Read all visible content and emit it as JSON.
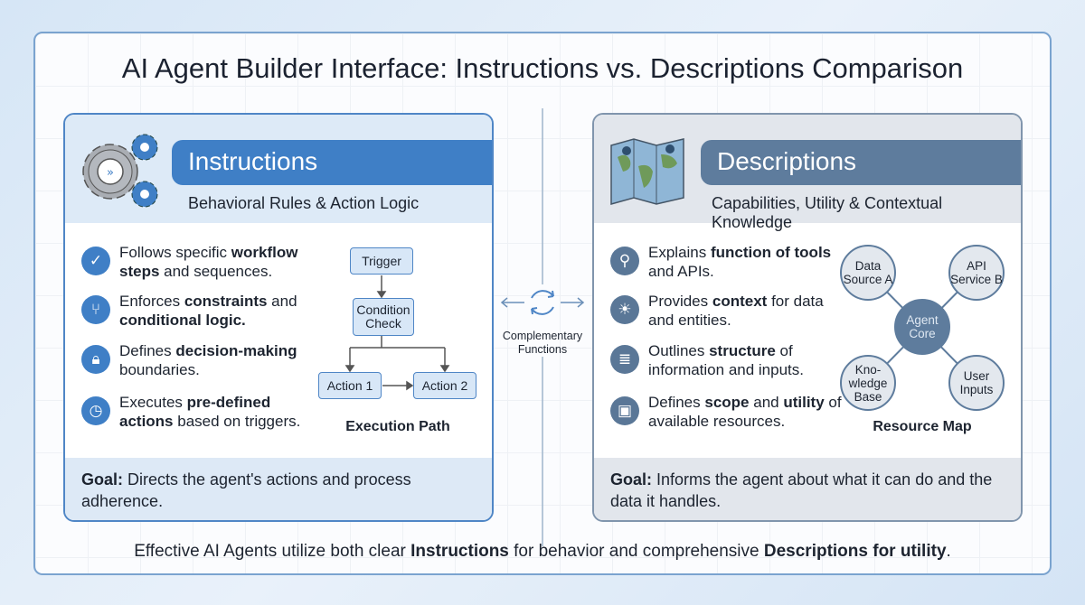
{
  "title": "AI Agent Builder Interface: Instructions vs. Descriptions Comparison",
  "instructions": {
    "heading": "Instructions",
    "subtitle": "Behavioral Rules & Action Logic",
    "items": [
      {
        "icon": "check-circle-icon",
        "segments": [
          {
            "t": "Follows specific "
          },
          {
            "t": "workflow steps",
            "b": true
          },
          {
            "t": " and sequences."
          }
        ]
      },
      {
        "icon": "branch-arrows-icon",
        "segments": [
          {
            "t": "Enforces "
          },
          {
            "t": "constraints",
            "b": true
          },
          {
            "t": " and "
          },
          {
            "t": "conditional logic.",
            "b": true
          }
        ]
      },
      {
        "icon": "lock-icon",
        "segments": [
          {
            "t": "Defines "
          },
          {
            "t": "decision-making",
            "b": true
          },
          {
            "t": " boundaries."
          }
        ]
      },
      {
        "icon": "clock-icon",
        "segments": [
          {
            "t": "Executes "
          },
          {
            "t": "pre-defined actions",
            "b": true
          },
          {
            "t": " based on triggers."
          }
        ]
      }
    ],
    "flow": {
      "trigger": "Trigger",
      "condition": "Condition Check",
      "action1": "Action 1",
      "action2": "Action 2",
      "caption": "Execution Path"
    },
    "goal": [
      {
        "t": "Goal:",
        "b": true
      },
      {
        "t": " Directs the agent's actions and process adherence."
      }
    ]
  },
  "connector": {
    "label": "Complementary Functions",
    "icon": "cycle-arrows-icon"
  },
  "descriptions": {
    "heading": "Descriptions",
    "subtitle": "Capabilities, Utility & Contextual Knowledge",
    "items": [
      {
        "icon": "magnifier-icon",
        "segments": [
          {
            "t": "Explains "
          },
          {
            "t": "function of tools",
            "b": true
          },
          {
            "t": " and APIs."
          }
        ]
      },
      {
        "icon": "lightbulb-icon",
        "segments": [
          {
            "t": "Provides "
          },
          {
            "t": "context",
            "b": true
          },
          {
            "t": " for data and entities."
          }
        ]
      },
      {
        "icon": "database-icon",
        "segments": [
          {
            "t": "Outlines "
          },
          {
            "t": "structure",
            "b": true
          },
          {
            "t": " of information and inputs."
          }
        ]
      },
      {
        "icon": "briefcase-icon",
        "segments": [
          {
            "t": "Defines "
          },
          {
            "t": "scope",
            "b": true
          },
          {
            "t": " and "
          },
          {
            "t": "utility",
            "b": true
          },
          {
            "t": " of available resources."
          }
        ]
      }
    ],
    "map": {
      "data_source": "Data Source A",
      "api": "API Service B",
      "core": "Agent Core",
      "knowledge": "Kno- wledge Base",
      "user": "User Inputs",
      "caption": "Resource Map"
    },
    "goal": [
      {
        "t": "Goal:",
        "b": true
      },
      {
        "t": " Informs the agent about what it can do and the data it handles."
      }
    ]
  },
  "footer": [
    {
      "t": "Effective AI Agents utilize both clear "
    },
    {
      "t": "Instructions",
      "b": true
    },
    {
      "t": " for behavior and comprehensive "
    },
    {
      "t": "Descriptions for utility",
      "b": true
    },
    {
      "t": "."
    }
  ],
  "colors": {
    "instructions": "#3f7fc6",
    "descriptions": "#5e7c9d"
  }
}
